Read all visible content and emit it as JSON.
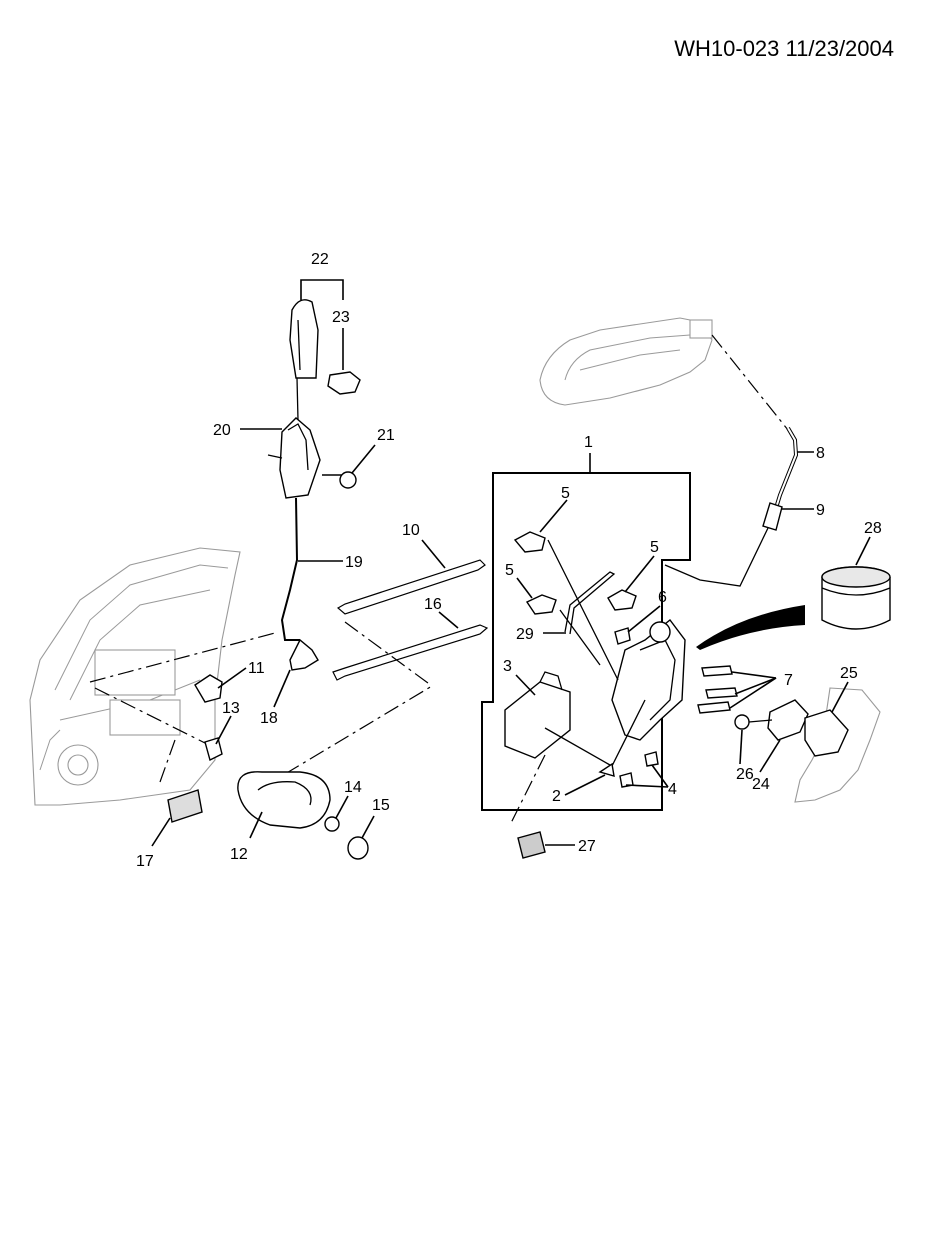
{
  "header": {
    "doc_id": "WH10-023 11/23/2004"
  },
  "callouts": {
    "c1": "1",
    "c2": "2",
    "c3": "3",
    "c4": "4",
    "c5a": "5",
    "c5b": "5",
    "c5c": "5",
    "c6": "6",
    "c7": "7",
    "c8": "8",
    "c9": "9",
    "c10": "10",
    "c11": "11",
    "c12": "12",
    "c13": "13",
    "c14": "14",
    "c15": "15",
    "c16": "16",
    "c17": "17",
    "c18": "18",
    "c19": "19",
    "c20": "20",
    "c21": "21",
    "c22": "22",
    "c23": "23",
    "c24": "24",
    "c25": "25",
    "c26": "26",
    "c27": "27",
    "c28": "28",
    "c29": "29"
  }
}
